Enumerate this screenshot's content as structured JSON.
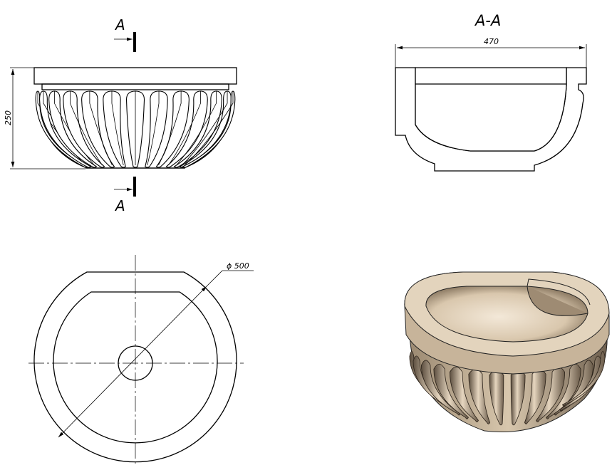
{
  "drawing": {
    "section_letter_top": "A",
    "section_letter_bottom": "A",
    "section_title": "A-A",
    "height_dimension": "250",
    "width_dimension": "470",
    "diameter_dimension": "ϕ 500"
  },
  "colors": {
    "line": "#000000",
    "stone_light": "#e8d9c4",
    "stone_mid": "#b9a58b",
    "stone_dark": "#6e5f4d"
  }
}
